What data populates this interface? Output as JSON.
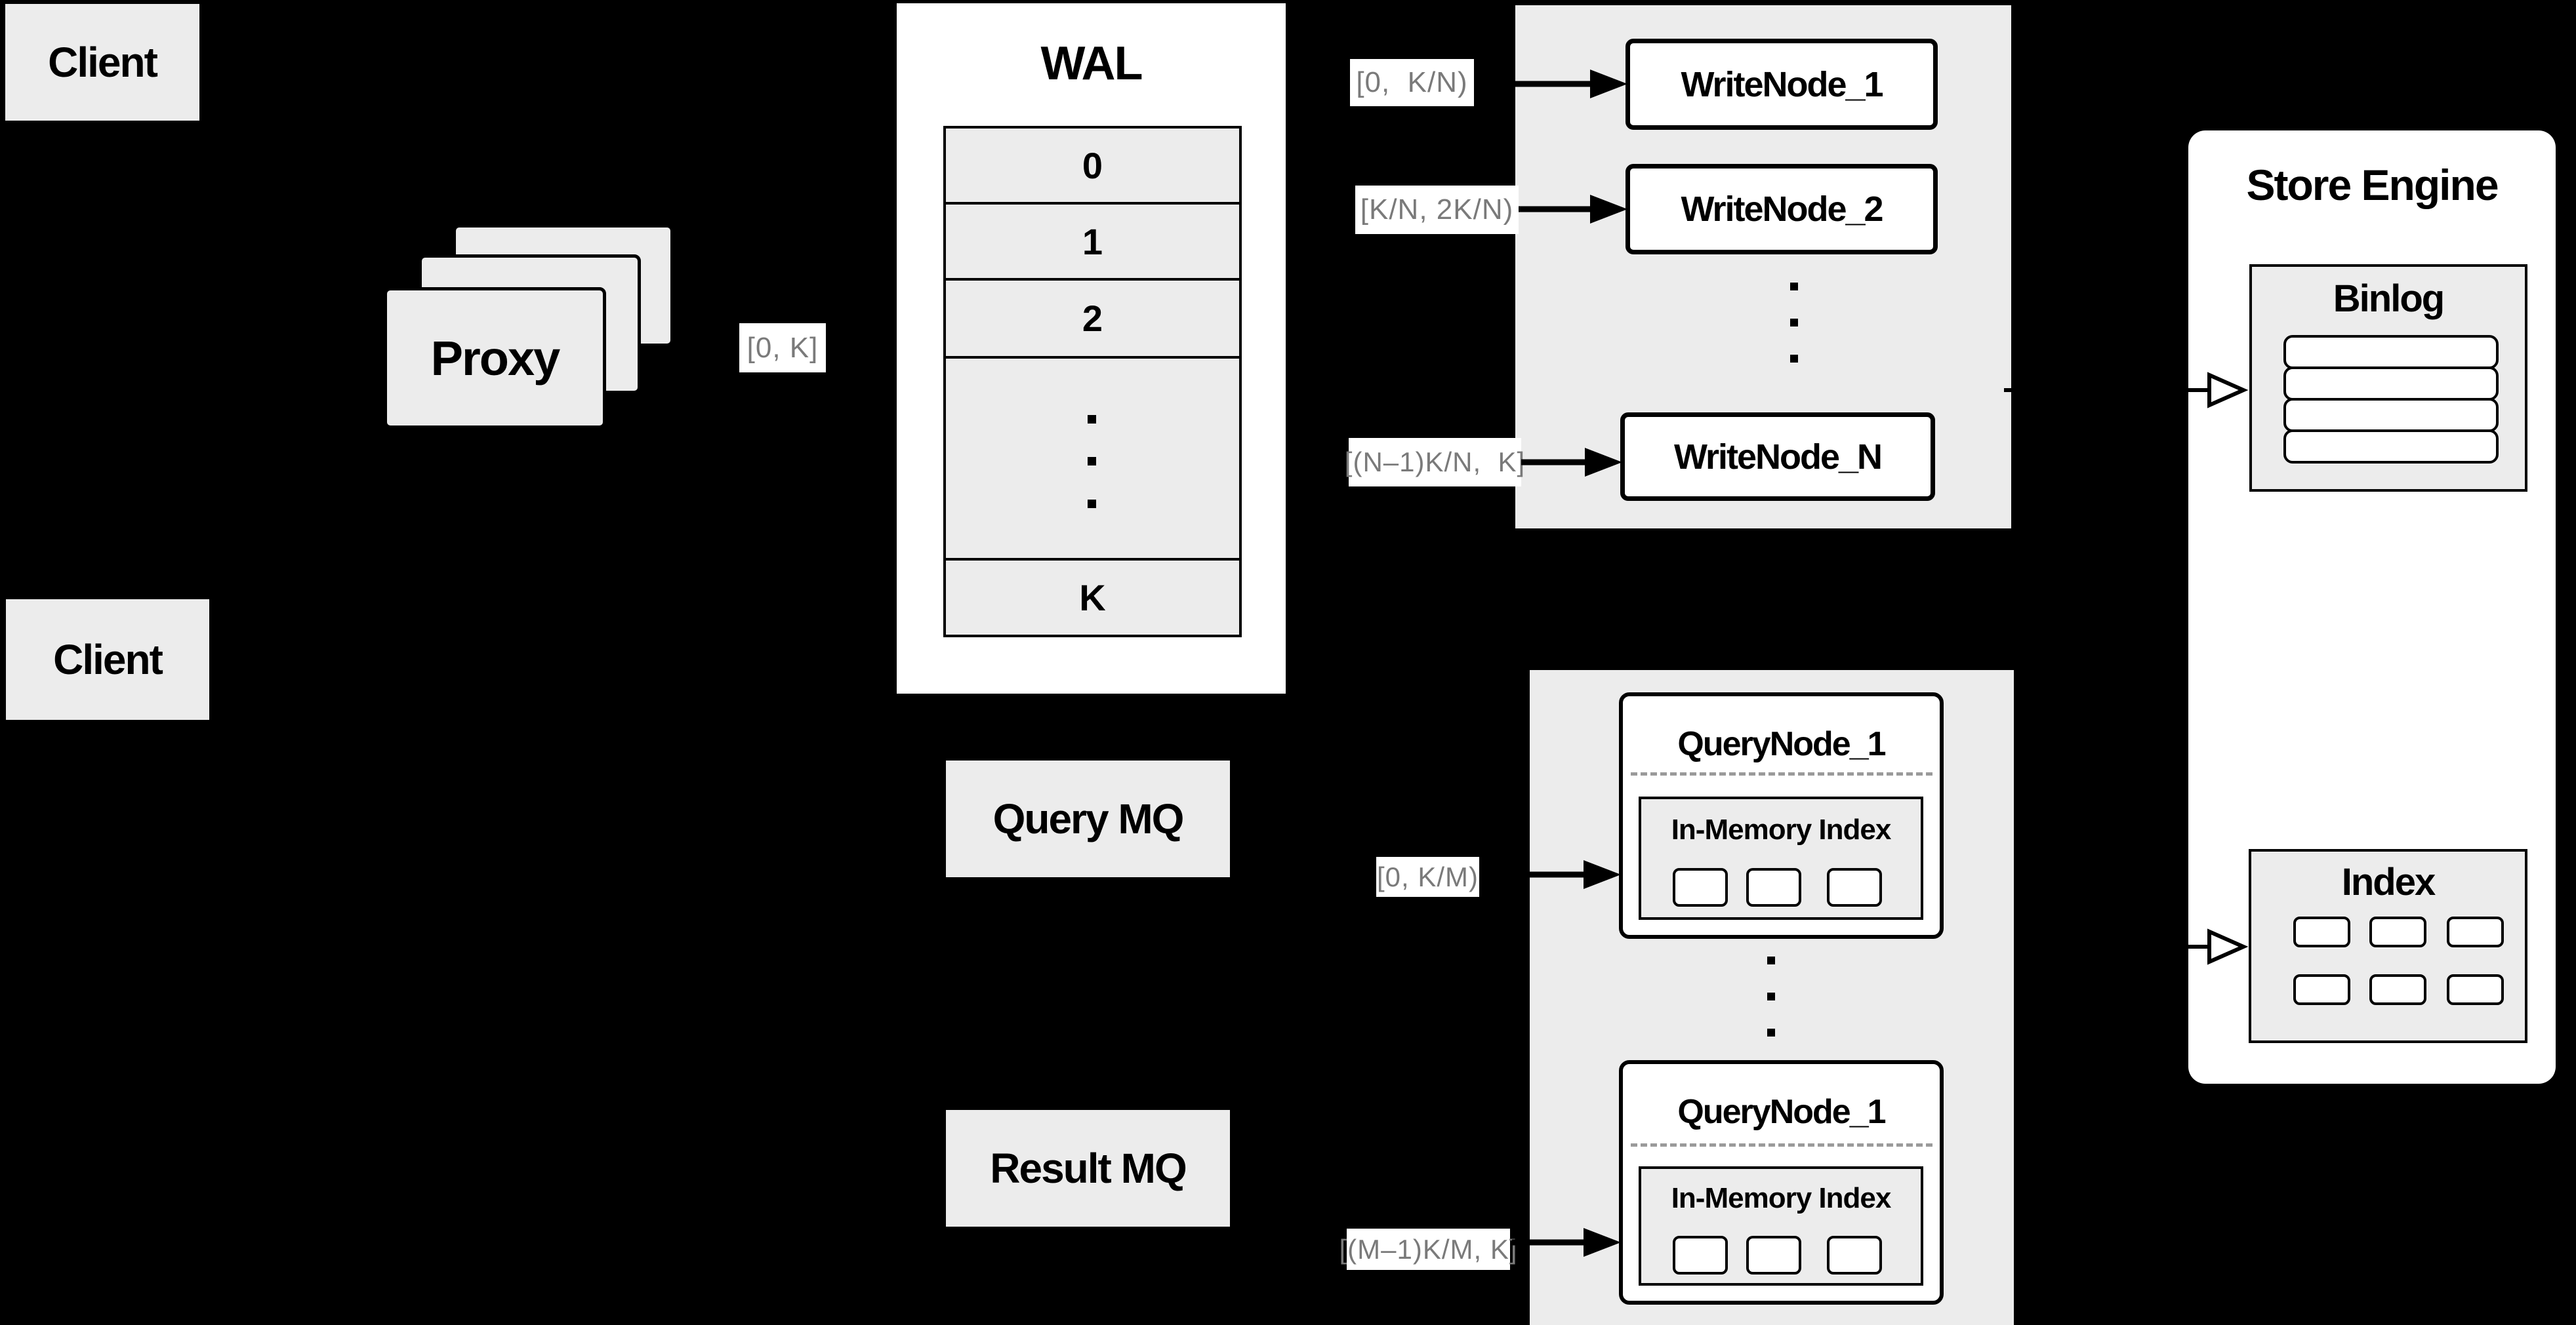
{
  "colors": {
    "background": "#000000",
    "box_fill": "#ececec",
    "node_fill": "#ffffff",
    "border": "#000000",
    "range_label_text": "#7a7a7a",
    "dashed_separator": "#9a9a9a"
  },
  "client_top": "Client",
  "client_bottom": "Client",
  "proxy": "Proxy",
  "proxy_range": "[0, K]",
  "wal": {
    "title": "WAL",
    "rows": [
      "0",
      "1",
      "2",
      "K"
    ]
  },
  "write_cluster": {
    "node1": {
      "label": "WriteNode_1",
      "range": "[0,  K/N)"
    },
    "node2": {
      "label": "WriteNode_2",
      "range": "[K/N, 2K/N)"
    },
    "nodeN": {
      "label": "WriteNode_N",
      "range": "[(N–1)K/N,  K]"
    }
  },
  "mq": {
    "query": "Query MQ",
    "result": "Result MQ"
  },
  "query_cluster": {
    "node1": {
      "title": "QueryNode_1",
      "subtitle": "In-Memory Index",
      "range": "[0, K/M)"
    },
    "node2": {
      "title": "QueryNode_1",
      "subtitle": "In-Memory Index",
      "range": "[(M–1)K/M, K]"
    }
  },
  "store_engine": {
    "title": "Store Engine",
    "binlog_title": "Binlog",
    "index_title": "Index"
  }
}
